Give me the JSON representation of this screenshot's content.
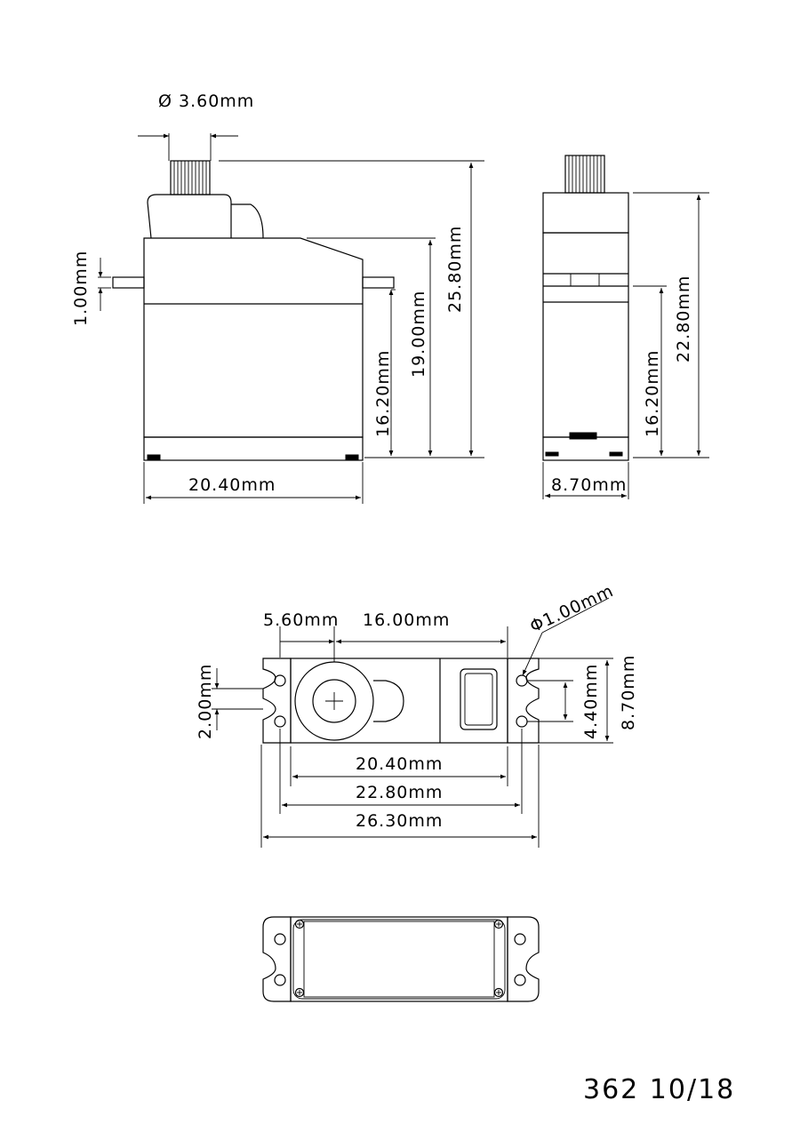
{
  "dimensions": {
    "shaft_diameter": "Ø 3.60mm",
    "thickness_1": "1.00mm",
    "height_total": "25.80mm",
    "height_ear_top": "19.00mm",
    "height_ear_side": "16.20mm",
    "width_front": "20.40mm",
    "height_side_total": "22.80mm",
    "height_side_ear": "16.20mm",
    "width_side": "8.70mm",
    "top_offset": "5.60mm",
    "top_spacing": "16.00mm",
    "hole_diameter": "Φ1.00mm",
    "slot_width": "2.00mm",
    "hole_spacing": "4.40mm",
    "depth_top": "8.70mm",
    "width_body": "20.40mm",
    "width_holes": "22.80mm",
    "width_overall": "26.30mm"
  },
  "footer": {
    "code": "362 10/18"
  }
}
